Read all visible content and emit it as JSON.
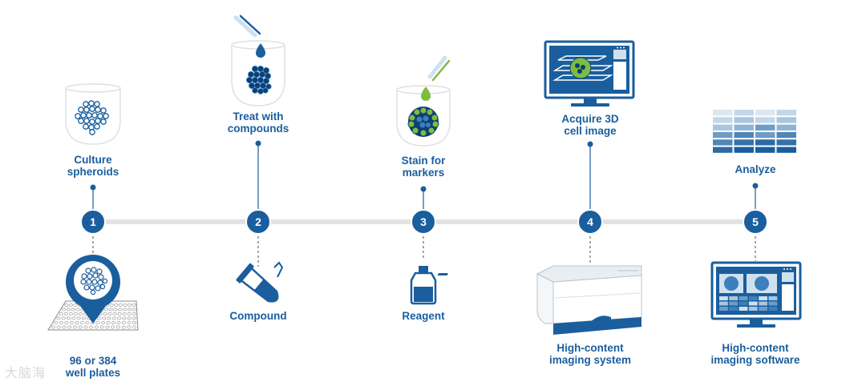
{
  "colors": {
    "primary": "#1a5e9e",
    "dark": "#0d3f73",
    "light_blue": "#cfe0ee",
    "green": "#7dbb43",
    "timeline": "#e2e2e2",
    "text": "#1a5e9e"
  },
  "steps": [
    {
      "number": "1",
      "top_label": [
        "Culture",
        "spheroids"
      ],
      "bottom_label": [
        "96 or 384",
        "well plates"
      ],
      "top_icon": "beaker-spheroid-icon",
      "bottom_icon": "well-plate-pin-icon"
    },
    {
      "number": "2",
      "top_label": [
        "Treat with",
        "compounds"
      ],
      "bottom_label": [
        "Compound"
      ],
      "top_icon": "beaker-pipette-icon",
      "bottom_icon": "compound-tube-icon"
    },
    {
      "number": "3",
      "top_label": [
        "Stain for",
        "markers"
      ],
      "bottom_label": [
        "Reagent"
      ],
      "top_icon": "beaker-stain-icon",
      "bottom_icon": "reagent-bottle-icon"
    },
    {
      "number": "4",
      "top_label": [
        "Acquire 3D",
        "cell image"
      ],
      "bottom_label": [
        "High-content",
        "imaging system"
      ],
      "top_icon": "monitor-3d-image-icon",
      "bottom_icon": "imaging-system-icon"
    },
    {
      "number": "5",
      "top_label": [
        "Analyze"
      ],
      "bottom_label": [
        "High-content",
        "imaging software"
      ],
      "top_icon": "heatmap-grid-icon",
      "bottom_icon": "software-monitor-icon"
    }
  ],
  "watermark": "大脑海"
}
